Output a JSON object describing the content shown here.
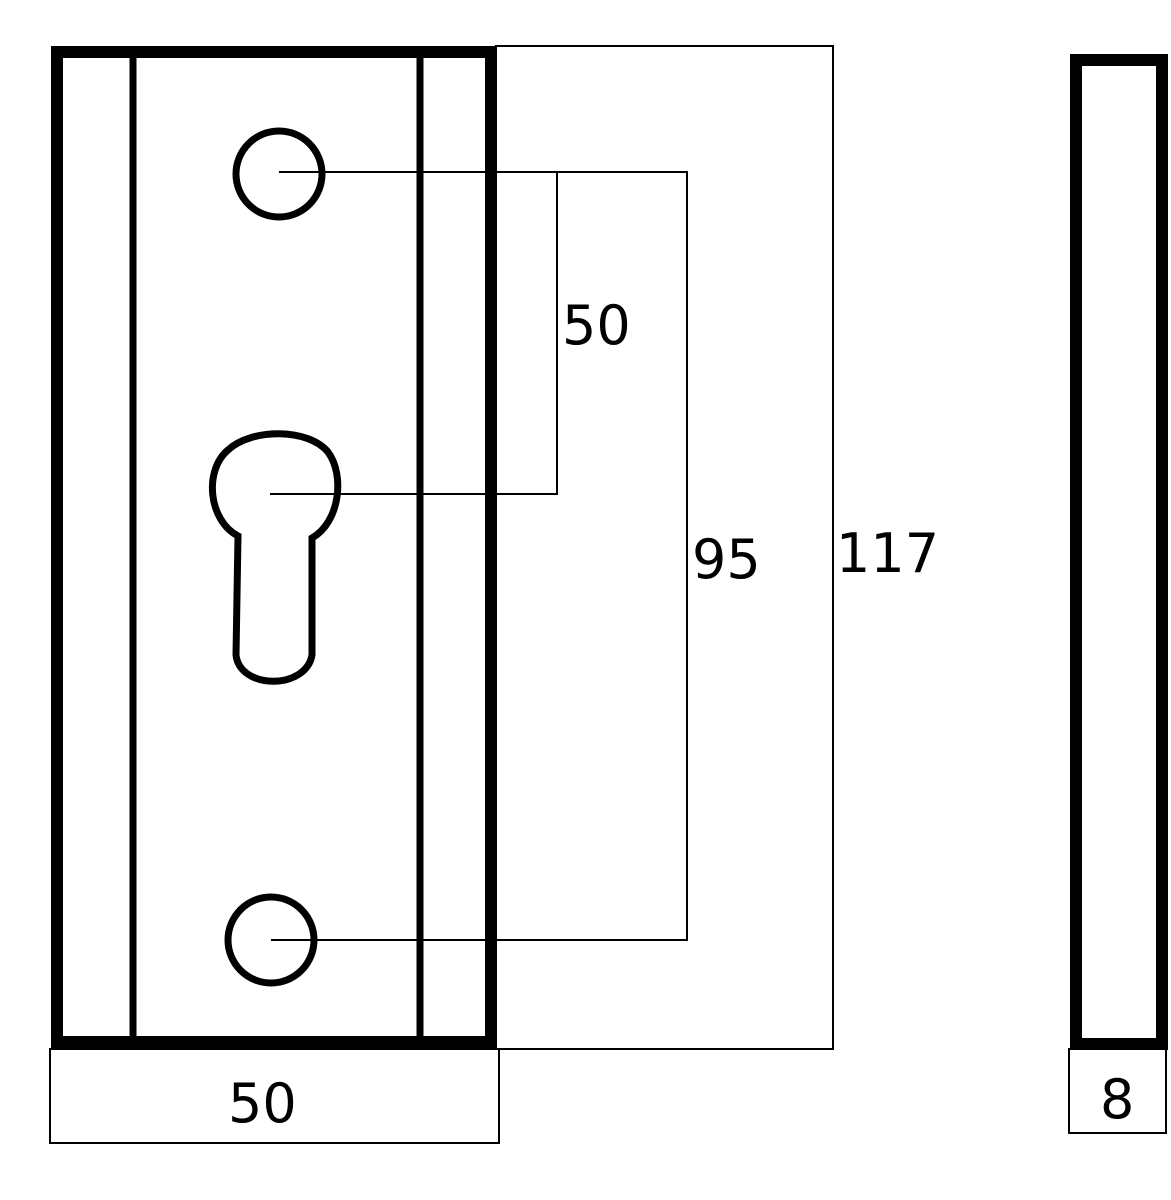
{
  "dimensions": {
    "screw_to_keyhole": "50",
    "screw_to_screw": "95",
    "overall_height": "117",
    "plate_width": "50",
    "plate_thickness": "8"
  },
  "colors": {
    "stroke": "#000000",
    "background": "#ffffff"
  }
}
